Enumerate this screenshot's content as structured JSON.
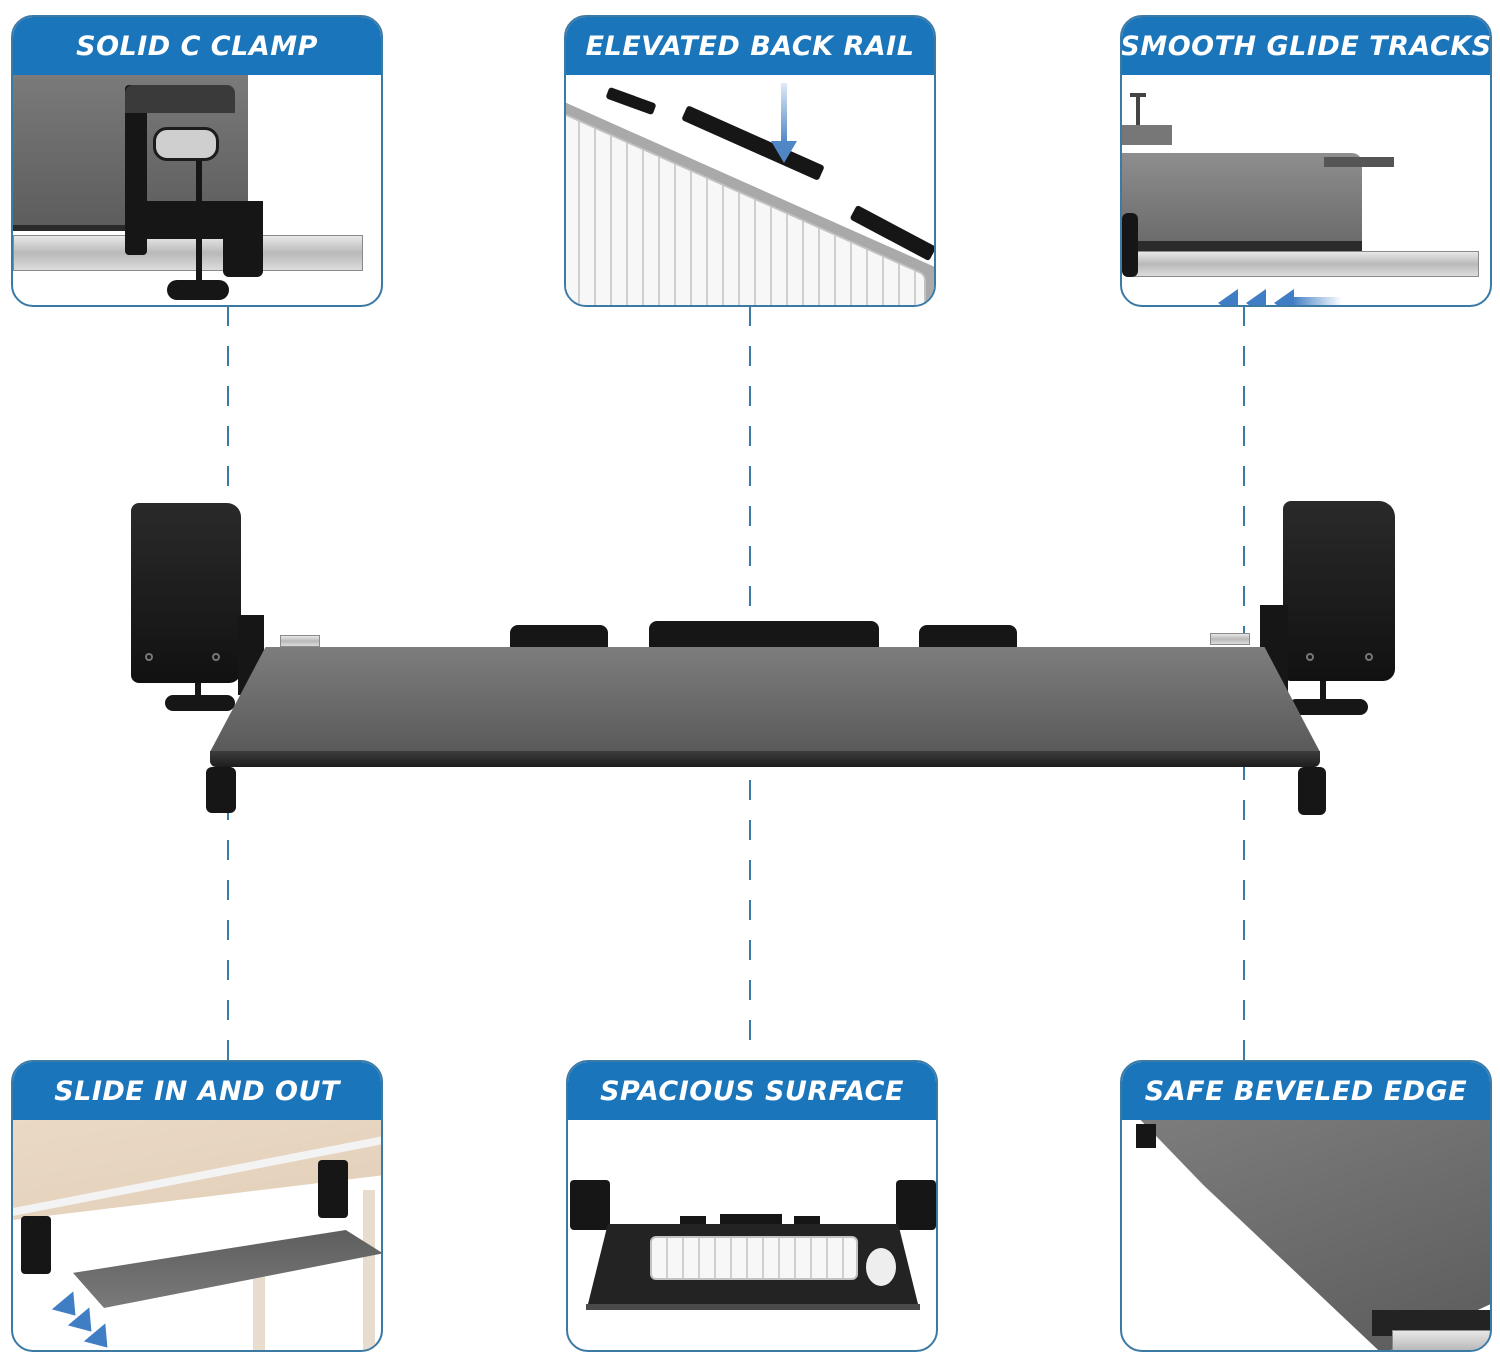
{
  "infographic": {
    "accent_color": "#1b75bb",
    "border_color": "#3c7aa6",
    "center_product": {
      "description": "Under-desk keyboard tray with two C-clamps, three back rail pads and sliding tracks",
      "icon": "keyboard-tray-product"
    },
    "features": [
      {
        "label": "SOLID C CLAMP",
        "icon": "c-clamp-image"
      },
      {
        "label": "ELEVATED BACK RAIL",
        "icon": "back-rail-image"
      },
      {
        "label": "SMOOTH GLIDE TRACKS",
        "icon": "glide-track-image"
      },
      {
        "label": "SLIDE IN AND OUT",
        "icon": "slide-out-image"
      },
      {
        "label": "SPACIOUS SURFACE",
        "icon": "spacious-surface-image"
      },
      {
        "label": "SAFE BEVELED EDGE",
        "icon": "beveled-edge-image"
      }
    ]
  }
}
